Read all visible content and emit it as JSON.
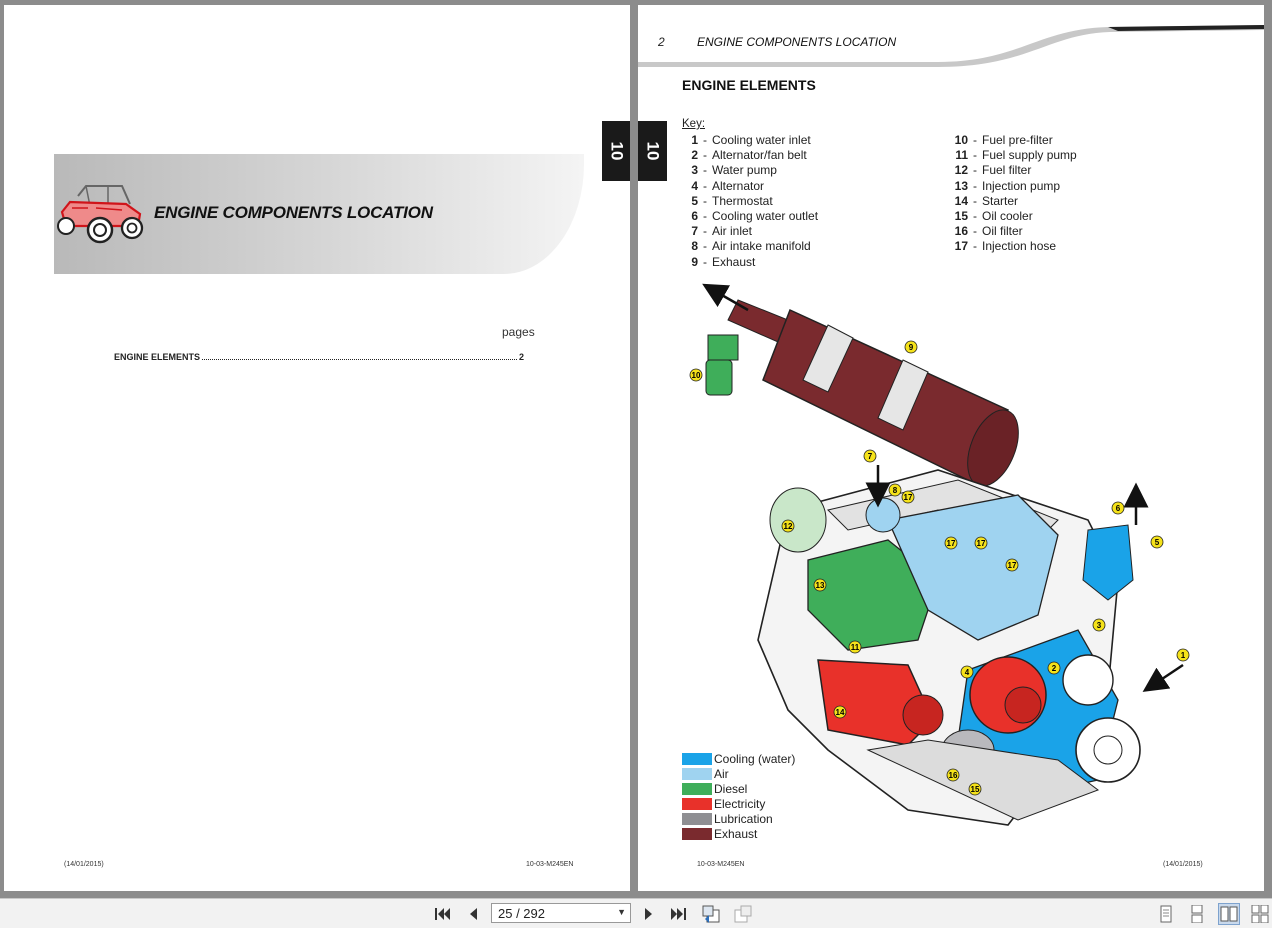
{
  "left_page": {
    "banner_title": "ENGINE COMPONENTS LOCATION",
    "toc_pages_label": "pages",
    "toc_entry": {
      "label": "ENGINE ELEMENTS",
      "page": "2"
    },
    "footer_left": "(14/01/2015)",
    "footer_right": "10-03-M245EN",
    "tab_marker": "10"
  },
  "right_page": {
    "header_number": "2",
    "header_title": "ENGINE COMPONENTS LOCATION",
    "section_title": "ENGINE ELEMENTS",
    "key_label": "Key:",
    "key_left": [
      {
        "n": "1",
        "d": "Cooling water inlet"
      },
      {
        "n": "2",
        "d": "Alternator/fan belt"
      },
      {
        "n": "3",
        "d": "Water pump"
      },
      {
        "n": "4",
        "d": "Alternator"
      },
      {
        "n": "5",
        "d": "Thermostat"
      },
      {
        "n": "6",
        "d": "Cooling water outlet"
      },
      {
        "n": "7",
        "d": "Air inlet"
      },
      {
        "n": "8",
        "d": "Air intake manifold"
      },
      {
        "n": "9",
        "d": "Exhaust"
      }
    ],
    "key_right": [
      {
        "n": "10",
        "d": "Fuel pre-filter"
      },
      {
        "n": "11",
        "d": "Fuel supply pump"
      },
      {
        "n": "12",
        "d": "Fuel filter"
      },
      {
        "n": "13",
        "d": "Injection pump"
      },
      {
        "n": "14",
        "d": "Starter"
      },
      {
        "n": "15",
        "d": "Oil cooler"
      },
      {
        "n": "16",
        "d": "Oil filter"
      },
      {
        "n": "17",
        "d": "Injection hose"
      }
    ],
    "legend": [
      {
        "label": "Cooling (water)",
        "color": "#1aa3e8"
      },
      {
        "label": "Air",
        "color": "#9fd3f0"
      },
      {
        "label": "Diesel",
        "color": "#3fae5a"
      },
      {
        "label": "Electricity",
        "color": "#e8312a"
      },
      {
        "label": "Lubrication",
        "color": "#8f8f93"
      },
      {
        "label": "Exhaust",
        "color": "#7a2a2e"
      }
    ],
    "callouts": [
      "1",
      "2",
      "3",
      "4",
      "5",
      "6",
      "7",
      "8",
      "9",
      "10",
      "11",
      "12",
      "13",
      "14",
      "15",
      "16",
      "17",
      "17",
      "17",
      "17"
    ],
    "footer_left": "10-03-M245EN",
    "footer_right": "(14/01/2015)",
    "tab_marker": "10"
  },
  "toolbar": {
    "current_page": "25",
    "total_pages": "292",
    "page_display": "25 / 292",
    "icons": {
      "first": "first-page-icon",
      "prev": "previous-page-icon",
      "next": "next-page-icon",
      "last": "last-page-icon"
    }
  }
}
